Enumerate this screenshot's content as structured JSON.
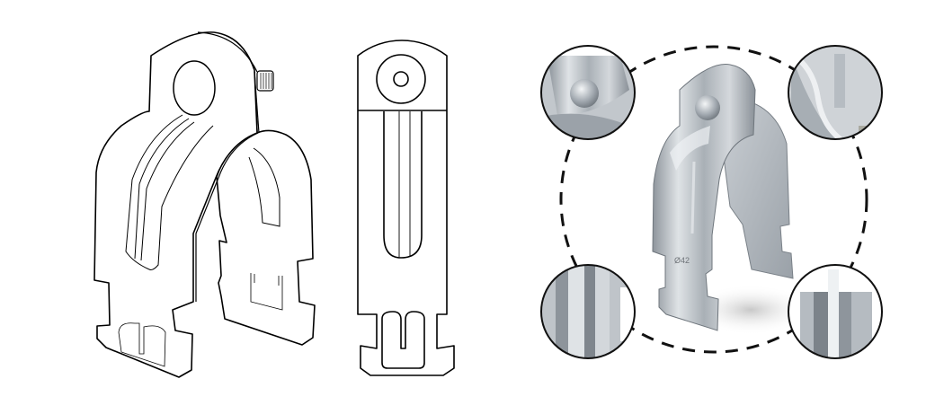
{
  "figure": {
    "views": [
      {
        "id": "isometric-drawing",
        "kind": "line-art"
      },
      {
        "id": "side-drawing",
        "kind": "line-art"
      },
      {
        "id": "product-photo",
        "kind": "photo-with-detail-callouts"
      }
    ],
    "photo": {
      "stamp_text": "Ø42",
      "callouts": [
        "top-left",
        "top-right",
        "bottom-left",
        "bottom-right"
      ]
    }
  },
  "colors": {
    "background": "#ffffff",
    "line": "#000000",
    "metal_light": "#d9dde1",
    "metal_mid": "#aeb4ba",
    "metal_dark": "#7d848b"
  }
}
